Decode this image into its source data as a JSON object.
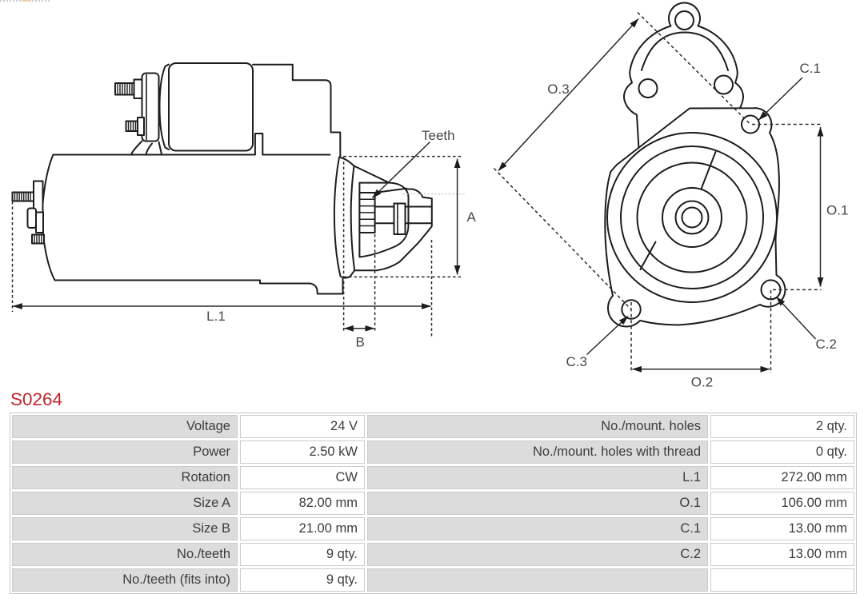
{
  "part_header": {
    "part_number": "S0264",
    "color": "#c3242b"
  },
  "diagram": {
    "side_view": {
      "labels": {
        "teeth": "Teeth",
        "a": "A",
        "b": "B",
        "l1": "L.1"
      }
    },
    "front_view": {
      "labels": {
        "o3": "O.3",
        "o1": "O.1",
        "o2": "O.2",
        "c1": "C.1",
        "c2": "C.2",
        "c3": "C.3"
      }
    }
  },
  "spec_table": {
    "rows": [
      {
        "left_label": "Voltage",
        "left_value": "24 V",
        "right_label": "No./mount. holes",
        "right_value": "2 qty."
      },
      {
        "left_label": "Power",
        "left_value": "2.50 kW",
        "right_label": "No./mount. holes with thread",
        "right_value": "0 qty."
      },
      {
        "left_label": "Rotation",
        "left_value": "CW",
        "right_label": "L.1",
        "right_value": "272.00 mm"
      },
      {
        "left_label": "Size A",
        "left_value": "82.00 mm",
        "right_label": "O.1",
        "right_value": "106.00 mm"
      },
      {
        "left_label": "Size B",
        "left_value": "21.00 mm",
        "right_label": "C.1",
        "right_value": "13.00 mm"
      },
      {
        "left_label": "No./teeth",
        "left_value": "9 qty.",
        "right_label": "C.2",
        "right_value": "13.00 mm"
      },
      {
        "left_label": "No./teeth (fits into)",
        "left_value": "9 qty.",
        "right_label": "",
        "right_value": ""
      }
    ]
  }
}
